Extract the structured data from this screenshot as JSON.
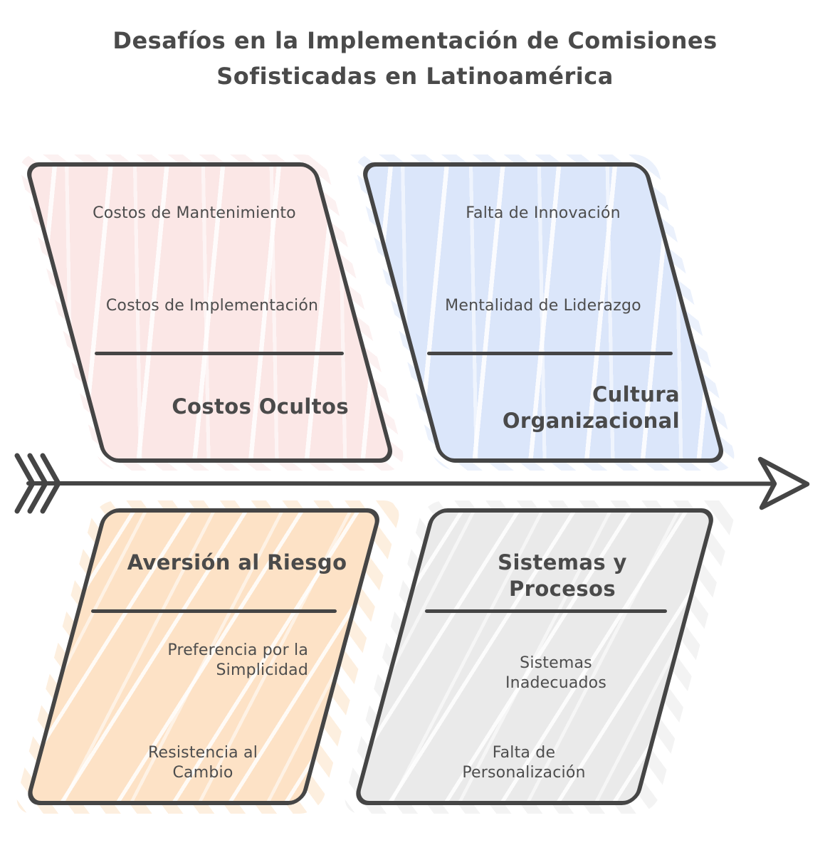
{
  "title": {
    "line1": "Desafíos en la Implementación de Comisiones",
    "line2": "Sofisticadas en Latinoamérica"
  },
  "colors": {
    "pink": "#fbe7e6",
    "blue": "#dbe6fa",
    "orange": "#fde2c6",
    "gray": "#eaeaea",
    "stroke": "#454545",
    "text": "#4a4a4a"
  },
  "quadrants": {
    "costos_ocultos": {
      "label": "Costos Ocultos",
      "item1": "Costos de Mantenimiento",
      "item2": "Costos de Implementación"
    },
    "cultura_organizacional": {
      "label_line1": "Cultura",
      "label_line2": "Organizacional",
      "item1": "Falta de Innovación",
      "item2": "Mentalidad de Liderazgo"
    },
    "aversion_al_riesgo": {
      "label": "Aversión al Riesgo",
      "item1_line1": "Preferencia por la",
      "item1_line2": "Simplicidad",
      "item2": "Resistencia al Cambio"
    },
    "sistemas_y_procesos": {
      "label": "Sistemas y Procesos",
      "item1": "Sistemas Inadecuados",
      "item2": "Falta de Personalización"
    }
  }
}
